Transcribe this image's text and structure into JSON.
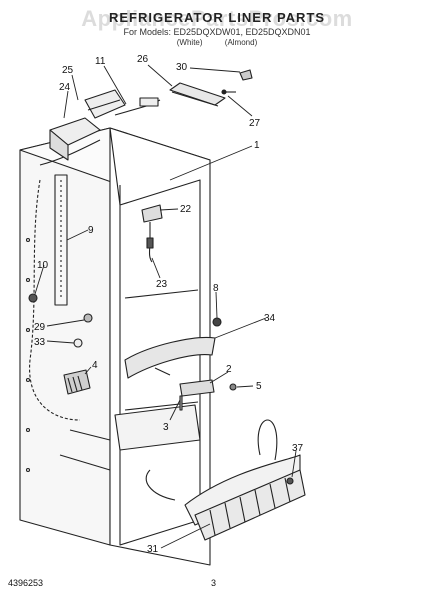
{
  "header": {
    "title": "REFRIGERATOR LINER PARTS",
    "watermark": "AppliancePartsPros.com",
    "models": "For Models: ED25DQXDW01, ED25DQXDN01",
    "color_white": "(White)",
    "color_almond": "(Almond)"
  },
  "callouts": [
    "1",
    "2",
    "3",
    "4",
    "5",
    "8",
    "9",
    "10",
    "11",
    "22",
    "23",
    "24",
    "25",
    "26",
    "27",
    "29",
    "30",
    "31",
    "33",
    "34",
    "37"
  ],
  "footer": {
    "doc_number": "4396253",
    "page_number": "3"
  }
}
